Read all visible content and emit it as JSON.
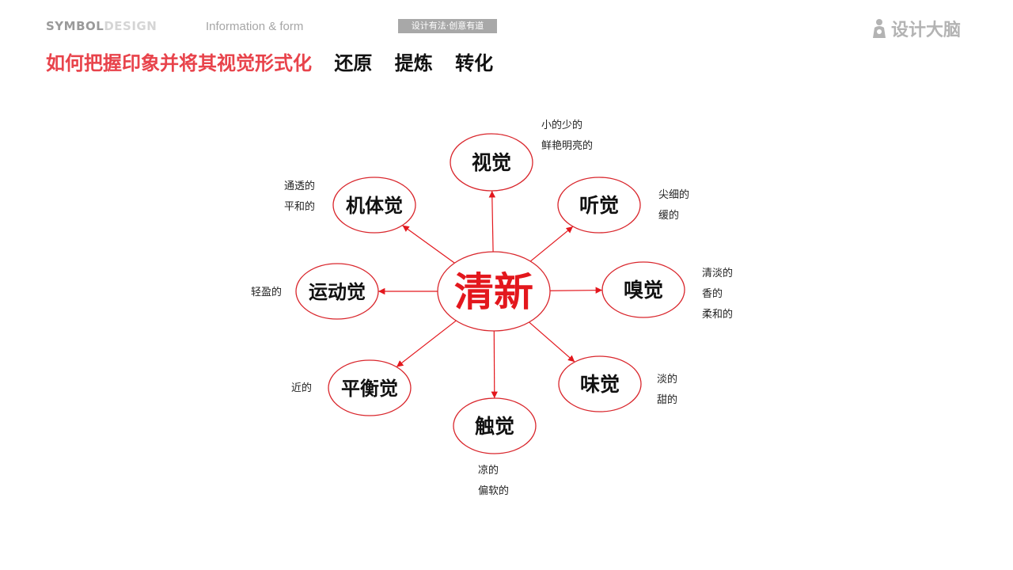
{
  "header": {
    "brand_a": "SYMBOL",
    "brand_b": "DESIGN",
    "subtitle": "Information & form",
    "tag": "设计有法·创意有道",
    "logo_text": "设计大脑"
  },
  "title": {
    "main": "如何把握印象并将其视觉形式化",
    "steps": [
      "还原",
      "提炼",
      "转化"
    ]
  },
  "colors": {
    "accent": "#e8434b",
    "diagram_red": "#e3171d",
    "ellipse_stroke": "#d9262c"
  },
  "diagram": {
    "center": "清新",
    "nodes": [
      {
        "id": "vision",
        "label": "视觉",
        "adjectives": [
          "小的少的",
          "鲜艳明亮的"
        ]
      },
      {
        "id": "hearing",
        "label": "听觉",
        "adjectives": [
          "尖细的",
          "缓的"
        ]
      },
      {
        "id": "smell",
        "label": "嗅觉",
        "adjectives": [
          "清淡的",
          "香的",
          "柔和的"
        ]
      },
      {
        "id": "taste",
        "label": "味觉",
        "adjectives": [
          "淡的",
          "甜的"
        ]
      },
      {
        "id": "touch",
        "label": "触觉",
        "adjectives": [
          "凉的",
          "偏软的"
        ]
      },
      {
        "id": "balance",
        "label": "平衡觉",
        "adjectives": [
          "近的"
        ]
      },
      {
        "id": "motion",
        "label": "运动觉",
        "adjectives": [
          "轻盈的"
        ]
      },
      {
        "id": "body",
        "label": "机体觉",
        "adjectives": [
          "通透的",
          "平和的"
        ]
      }
    ]
  }
}
